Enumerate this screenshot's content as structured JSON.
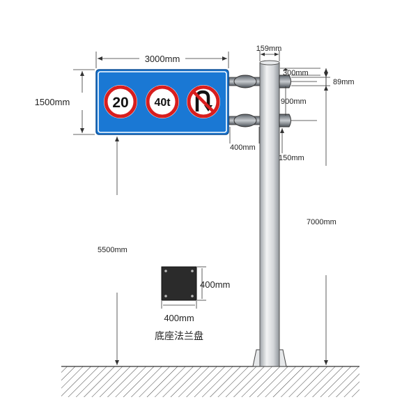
{
  "diagram": {
    "sign_width_label": "3000mm",
    "sign_height_label": "1500mm",
    "pole_diameter_label": "159mm",
    "top_offset_label": "300mm",
    "arm_diameter_label": "89mm",
    "arm_spacing_label": "900mm",
    "arm_length_label": "400mm",
    "lower_offset_label": "150mm",
    "pole_height_label": "7000mm",
    "clearance_label": "5500mm",
    "flange_width_label": "400mm",
    "flange_height_label": "400mm",
    "flange_caption": "底座法兰盘",
    "signs": [
      {
        "type": "speed-limit",
        "text": "20"
      },
      {
        "type": "weight-limit",
        "text": "40t"
      },
      {
        "type": "no-u-turn",
        "text": ""
      }
    ],
    "colors": {
      "sign_blue": "#1a78d4",
      "ring_red": "#d81e1e",
      "pole_gray": "#d8dadd",
      "flange_dark": "#2b2b2b"
    }
  }
}
